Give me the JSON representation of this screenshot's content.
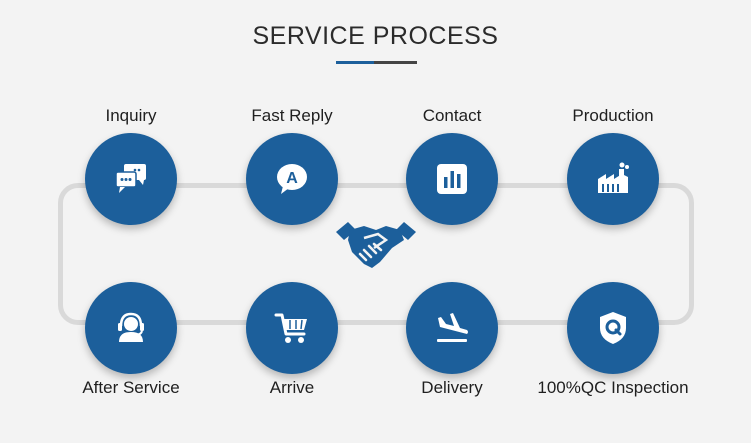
{
  "title": "SERVICE PROCESS",
  "steps_top": [
    {
      "label": "Inquiry",
      "icon": "chat-bubbles-icon"
    },
    {
      "label": "Fast Reply",
      "icon": "reply-bubble-icon"
    },
    {
      "label": "Contact",
      "icon": "bar-chart-icon"
    },
    {
      "label": "Production",
      "icon": "factory-icon"
    }
  ],
  "steps_bottom": [
    {
      "label": "After Service",
      "icon": "headset-icon"
    },
    {
      "label": "Arrive",
      "icon": "cart-icon"
    },
    {
      "label": "Delivery",
      "icon": "airplane-landing-icon"
    },
    {
      "label": "100%QC Inspection",
      "icon": "shield-icon"
    }
  ],
  "colors": {
    "accent": "#1c5f9b",
    "background": "#f3f3f3",
    "track": "#d9d9d9"
  }
}
